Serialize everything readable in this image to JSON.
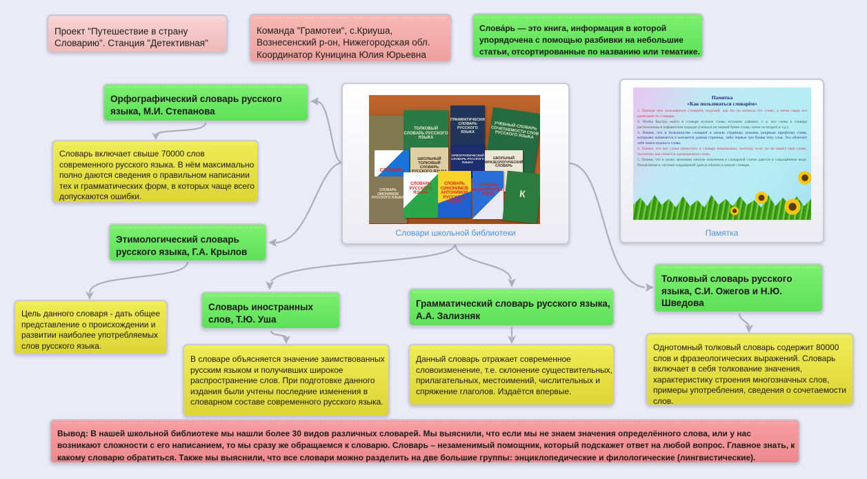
{
  "info_nodes": {
    "project": "Проект \"Путешествие в страну Словарию\". Станция \"Детективная\"",
    "team": "Команда \"Грамотеи\", с.Криуша, Вознесенский р-он, Нижегородская обл. Координатор Куницина Юлия Юрьевна",
    "definition": "Слова́рь — это книга, информация в которой упорядочена с помощью разбивки на небольшие статьи, отсортированные по названию или тематике."
  },
  "central_image": {
    "caption": "Словари школьной библиотеки",
    "books": [
      "ТОЛКОВЫЙ СЛОВАРЬ РУССКОГО ЯЗЫКА",
      "ГРАММАТИЧЕСКИЙ СЛОВАРЬ РУССКОГО ЯЗЫКА",
      "УЧЕБНЫЙ СЛОВАРЬ СОЧЕТАЕМОСТИ СЛОВ РУССКОГО ЯЗЫКА",
      "СЛОВАРЬ",
      "ШКОЛЬНЫЙ ТОЛКОВЫЙ СЛОВАРЬ РУССКОГО ЯЗЫКА",
      "ОРФОГРАФИЧЕСКИЙ СЛОВАРЬ РУССКОГО ЯЗЫКА",
      "ШКОЛЬНЫЙ ФРАЗЕОЛОГИЧЕСКИЙ СЛОВАРЬ",
      "СЛОВАРЬ ОМОНИМОВ РУССКОГО ЯЗЫКА",
      "СЛОВАРЬ РУССКОГО ЯЗЫКА",
      "СЛОВАРЬ СИНОНИМОВ АНТОНИМОВ РУССКОГО ЯЗЫКА",
      "СЛОВАРЬ ИНОСТРАННЫХ СЛОВ",
      "К"
    ]
  },
  "memo_image": {
    "caption": "Памятка",
    "title": "Памятка",
    "subtitle": "«Как пользоваться словарём»",
    "items": [
      {
        "text": "1. Прежде чем пользоваться словарём, подумай, как бы ты написал это слово, а затем сверь его написание по словарю.",
        "color": "#d23a4e"
      },
      {
        "text": "2. Чтобы быстро найти в словаре нужное слово, вспомни алфавит, т. к. все слова в словаре расположены в алфавитном порядке (сначала по первой букве слова, затем по второй и т.д.).",
        "color": "#2f6b3a"
      },
      {
        "text": "3. Помни, что в большинстве словарей в начале страницы указаны (жирным шрифтом) слова, которыми начинается и кончается данная страница, либо первые три буквы этих слов. Это облегчит тебе поиск нужного слова.",
        "color": "#2a2f8a"
      },
      {
        "text": "4. Помни, что все слова поместить в словаре невозможно, поэтому, если ты не нашел свое слово, посмотри, как пишется однокоренное слово.",
        "color": "#d23a4e"
      },
      {
        "text": "5. Помни, что в целях экономии многие пояснения в словарной статье даются в сокращённом виде. Разъяснение к системе сокращений дается обычно в начале словаря.",
        "color": "#2f6b3a"
      }
    ]
  },
  "dictionaries": [
    {
      "title": "Орфографический словарь русского языка, М.И. Степанова",
      "description": "Словарь включает свыше 70000 слов современного русского языка. В нём максимально полно даются сведения о правильном написании тех и грамматических форм, в которых чаще всего допускаются ошибки."
    },
    {
      "title": "Этимологический словарь русского языка,  Г.А. Крылов",
      "description": "Цель данного словаря - дать общее представление о происхождении и развитии наиболее употребляемых слов русского языка."
    },
    {
      "title": "Словарь иностранных слов, Т.Ю. Уша",
      "description": "В словаре объясняется значение заимствованных русским языком и получивших широкое распространение слов. При подготовке данного издания были учтены последние изменения в словарном составе современного русского языка."
    },
    {
      "title": "Грамматический словарь русского языка, А.А. Зализняк",
      "description": "Данный словарь отражает современное словоизменение, т.е. склонение существительных, прилагательных, местоимений, числительных и спряжение глаголов. Издаётся впервые."
    },
    {
      "title": "Толковый словарь русского языка, С.И. Ожегов и Н.Ю. Шведова",
      "description": "Однотомный толковый словарь содержит 80000 слов и фразеологических выражений. Словарь включает в себя толкование значения, характеристику строения многозначных слов, примеры употребления, сведения о сочетаемости слов."
    }
  ],
  "conclusion": "Вывод: В нашей школьной библиотеке мы нашли более 30 видов различных словарей. Мы выяснили, что если мы не знаем значения определённого слова, или у нас возникают сложности с его написанием, то мы сразу же обращаемся к словарю. Словарь – незаменимый помощник, который подскажет ответ на любой вопрос. Главное знать, к какому словарю обратиться. Также мы выяснили, что все словари можно разделить на две большие группы: энциклопедические и филологические (лингвистические).",
  "colors": {
    "background": "#ebebf5",
    "connector": "#a9afbd",
    "title_node": "#6ee862",
    "description_node": "#e6e048",
    "caption": "#4f93d6",
    "conclusion_node": "#f29497"
  }
}
